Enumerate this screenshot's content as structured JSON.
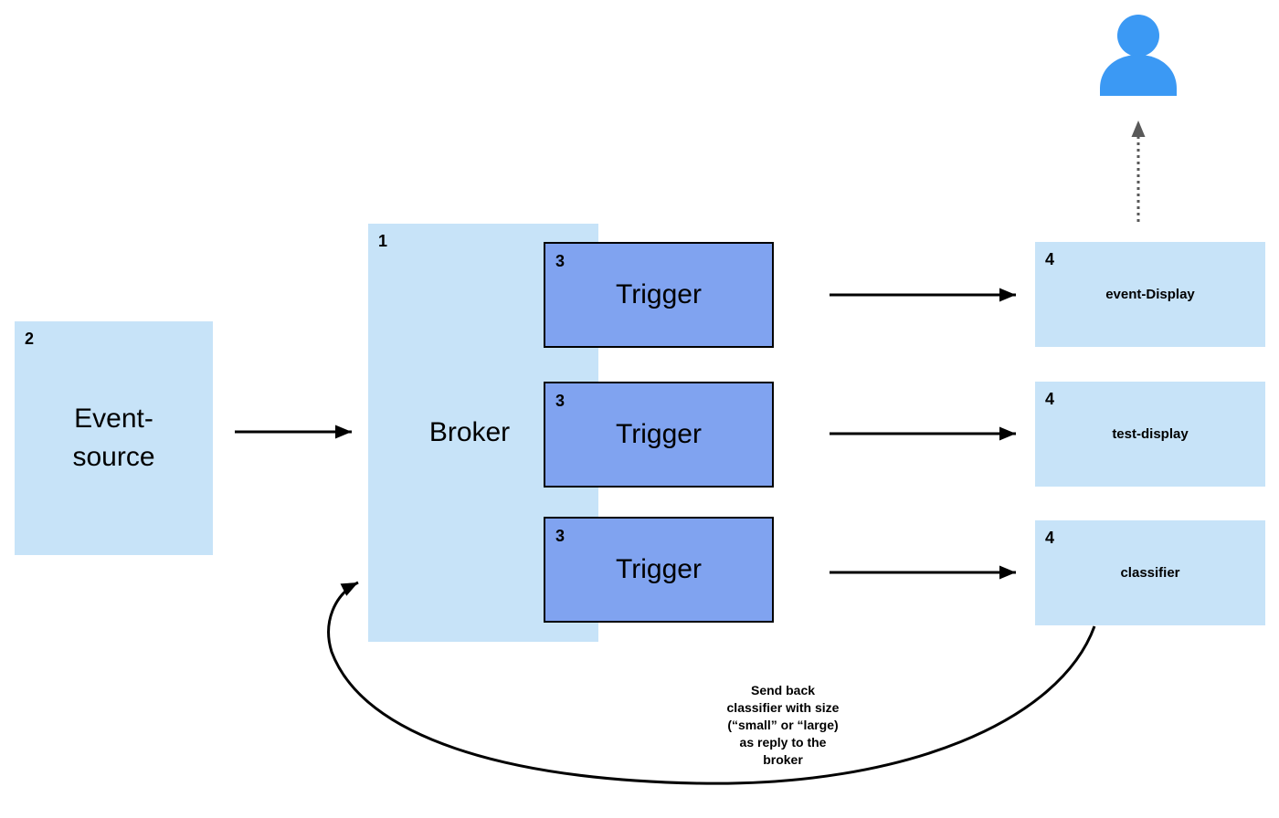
{
  "colors": {
    "box_light": "#c7e3f8",
    "box_trigger": "#80a3f0",
    "trigger_border": "#000000",
    "person": "#3b99f4",
    "arrow": "#000000",
    "dotted_arrow": "#595959"
  },
  "nodes": {
    "event_source": {
      "number": "2",
      "label": "Event-\nsource"
    },
    "broker": {
      "number": "1",
      "label": "Broker"
    },
    "triggers": [
      {
        "number": "3",
        "label": "Trigger"
      },
      {
        "number": "3",
        "label": "Trigger"
      },
      {
        "number": "3",
        "label": "Trigger"
      }
    ],
    "targets": [
      {
        "number": "4",
        "label": "event-Display"
      },
      {
        "number": "4",
        "label": "test-display"
      },
      {
        "number": "4",
        "label": "classifier"
      }
    ]
  },
  "annotation": "Send back\nclassifier with size\n(“small” or “large)\nas reply to the\nbroker"
}
